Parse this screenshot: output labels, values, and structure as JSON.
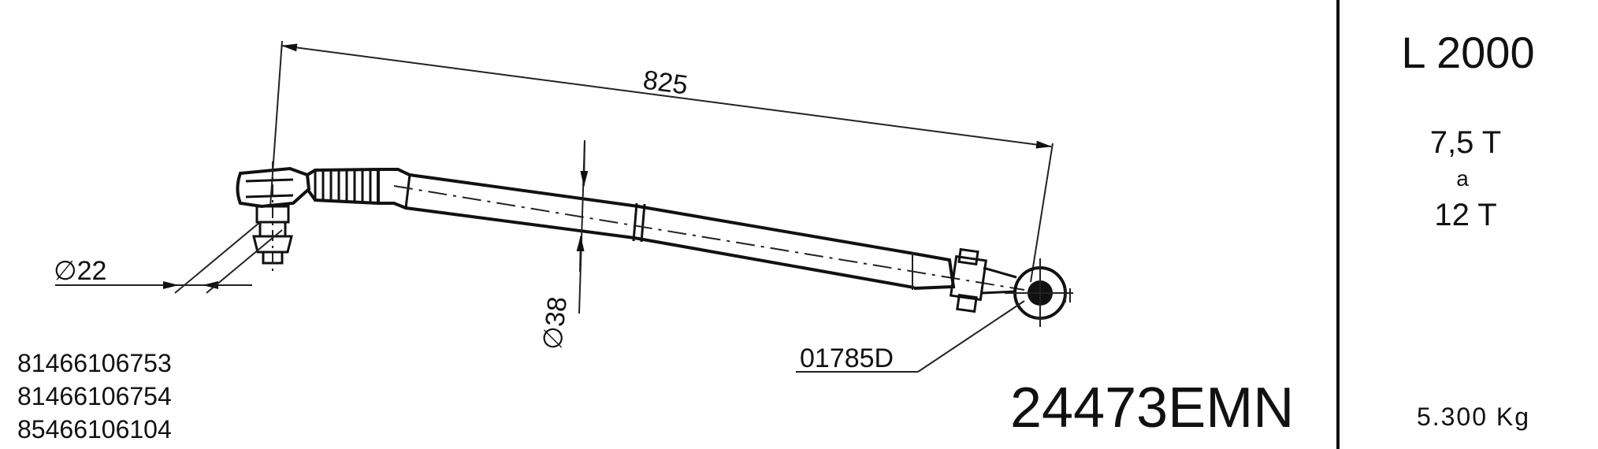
{
  "drawing": {
    "dim_length": "825",
    "dim_ball_pin": "∅22",
    "dim_tube": "∅38",
    "clamp_ref": "01785D"
  },
  "oem_codes": [
    "81466106753",
    "81466106754",
    "85466106104"
  ],
  "part_number": "24473EMN",
  "sidebar": {
    "model": "L 2000",
    "capacity_from": "7,5 T",
    "capacity_sep": "a",
    "capacity_to": "12 T",
    "weight": "5.300 Kg"
  }
}
